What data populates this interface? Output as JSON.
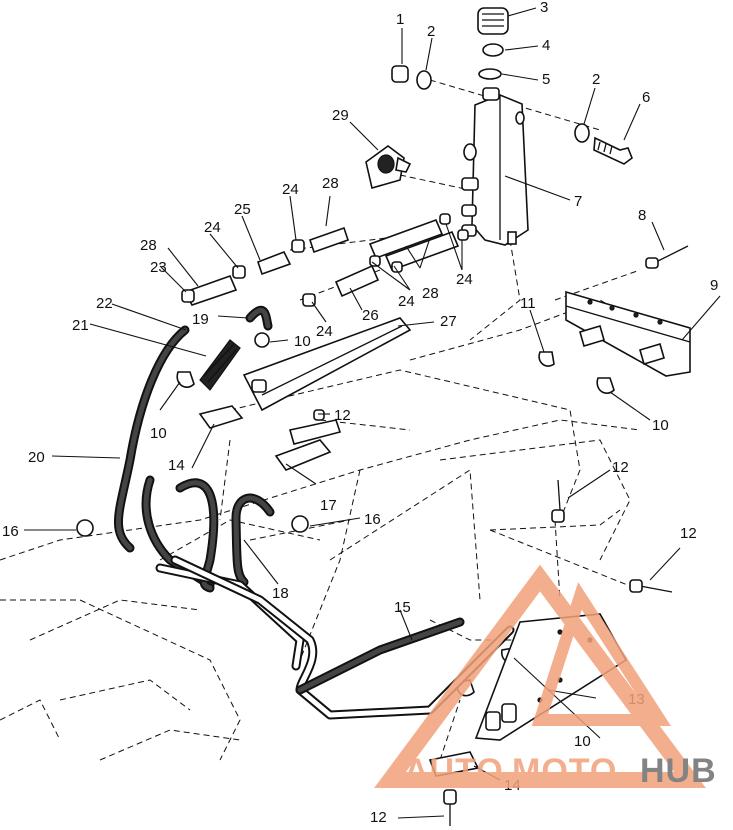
{
  "callouts": {
    "c1": "1",
    "c2a": "2",
    "c2b": "2",
    "c3": "3",
    "c4": "4",
    "c5": "5",
    "c6": "6",
    "c7": "7",
    "c8": "8",
    "c9": "9",
    "c10a": "10",
    "c10b": "10",
    "c10c": "10",
    "c10d": "10",
    "c11": "11",
    "c12a": "12",
    "c12b": "12",
    "c12c": "12",
    "c12d": "12",
    "c13": "13",
    "c14a": "14",
    "c14b": "14",
    "c15": "15",
    "c16a": "16",
    "c16b": "16",
    "c17": "17",
    "c18": "18",
    "c19": "19",
    "c20": "20",
    "c21": "21",
    "c22": "22",
    "c23": "23",
    "c24a": "24",
    "c24b": "24",
    "c24c": "24",
    "c24d": "24",
    "c24e": "24",
    "c25": "25",
    "c26": "26",
    "c27": "27",
    "c28a": "28",
    "c28b": "28",
    "c28c": "28",
    "c29": "29"
  },
  "watermark": {
    "part1": "AUTO",
    "part2": "MOTO",
    "part3": "HUB",
    "color_primary": "#f2a27a",
    "color_secondary": "#6e6e6e"
  }
}
